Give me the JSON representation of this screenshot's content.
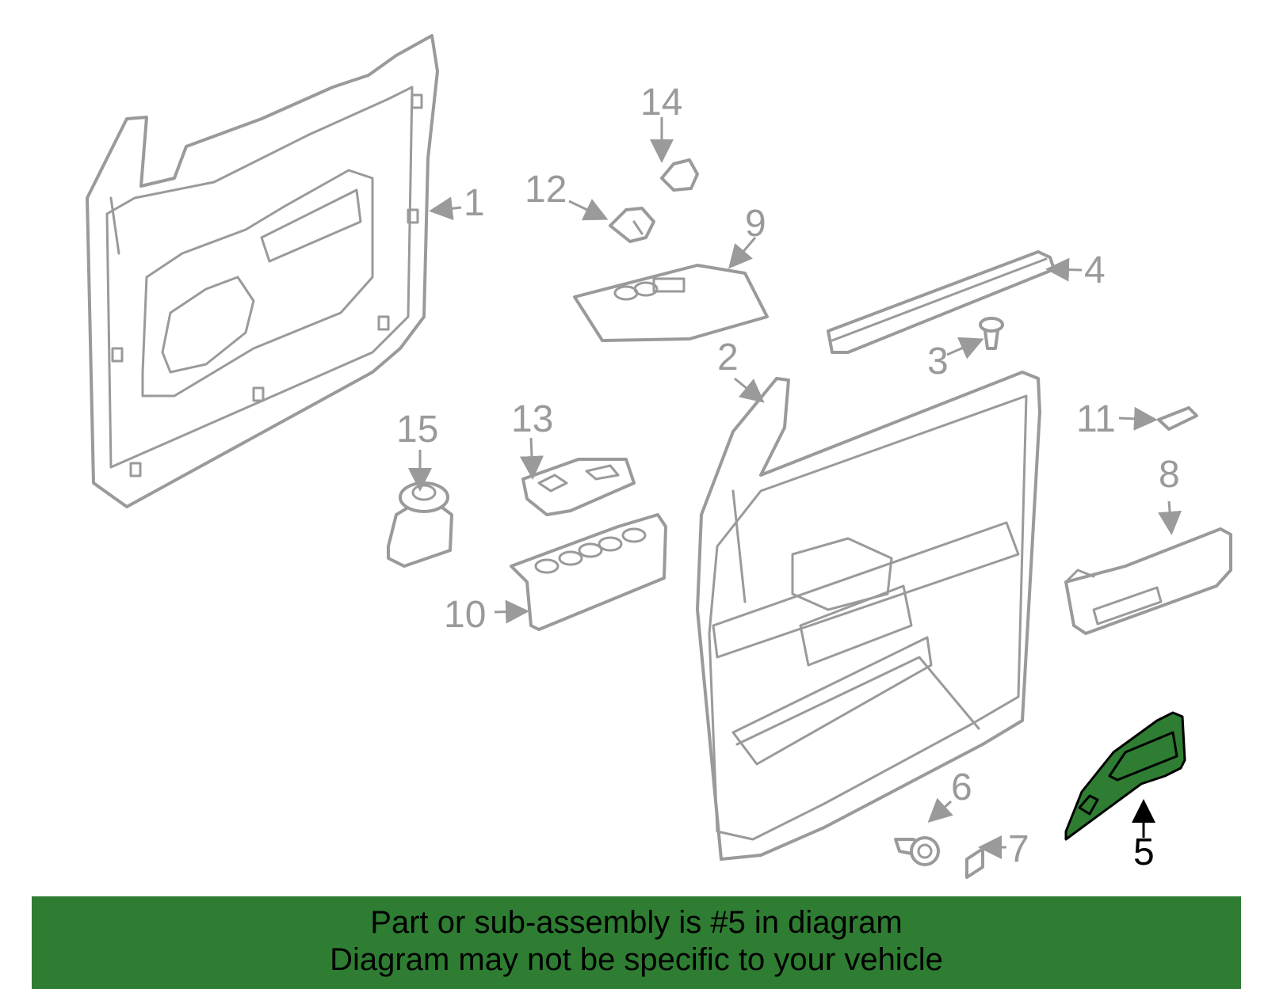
{
  "colors": {
    "highlight": "#2e7d32",
    "parts": "#9a9a9a",
    "banner": "#2e7d32"
  },
  "highlighted_part": "5",
  "callouts": [
    "1",
    "2",
    "3",
    "4",
    "5",
    "6",
    "7",
    "8",
    "9",
    "10",
    "11",
    "12",
    "13",
    "14",
    "15"
  ],
  "banner": {
    "line1": "Part or sub-assembly is #5 in diagram",
    "line2": "Diagram may not be specific to your vehicle"
  }
}
